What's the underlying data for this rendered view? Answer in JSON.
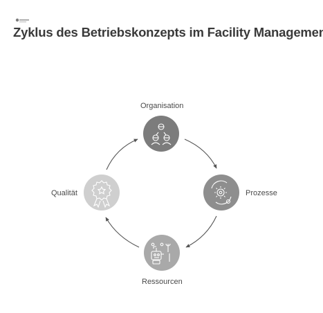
{
  "title": "Zyklus des Betriebskonzepts im Facility Management",
  "nodes": [
    {
      "id": "organisation",
      "label": "Organisation",
      "color": "#7c7c7c",
      "icon": "team-icon"
    },
    {
      "id": "prozesse",
      "label": "Prozesse",
      "color": "#8e8e8e",
      "icon": "process-gear-icon"
    },
    {
      "id": "ressourcen",
      "label": "Ressourcen",
      "color": "#a9a9a9",
      "icon": "robot-tools-icon"
    },
    {
      "id": "qualitaet",
      "label": "Qualität",
      "color": "#cfcfcf",
      "icon": "award-badge-icon"
    }
  ],
  "colors": {
    "arrow": "#555555",
    "title": "#3a3a3a",
    "label": "#4a4a4a"
  }
}
